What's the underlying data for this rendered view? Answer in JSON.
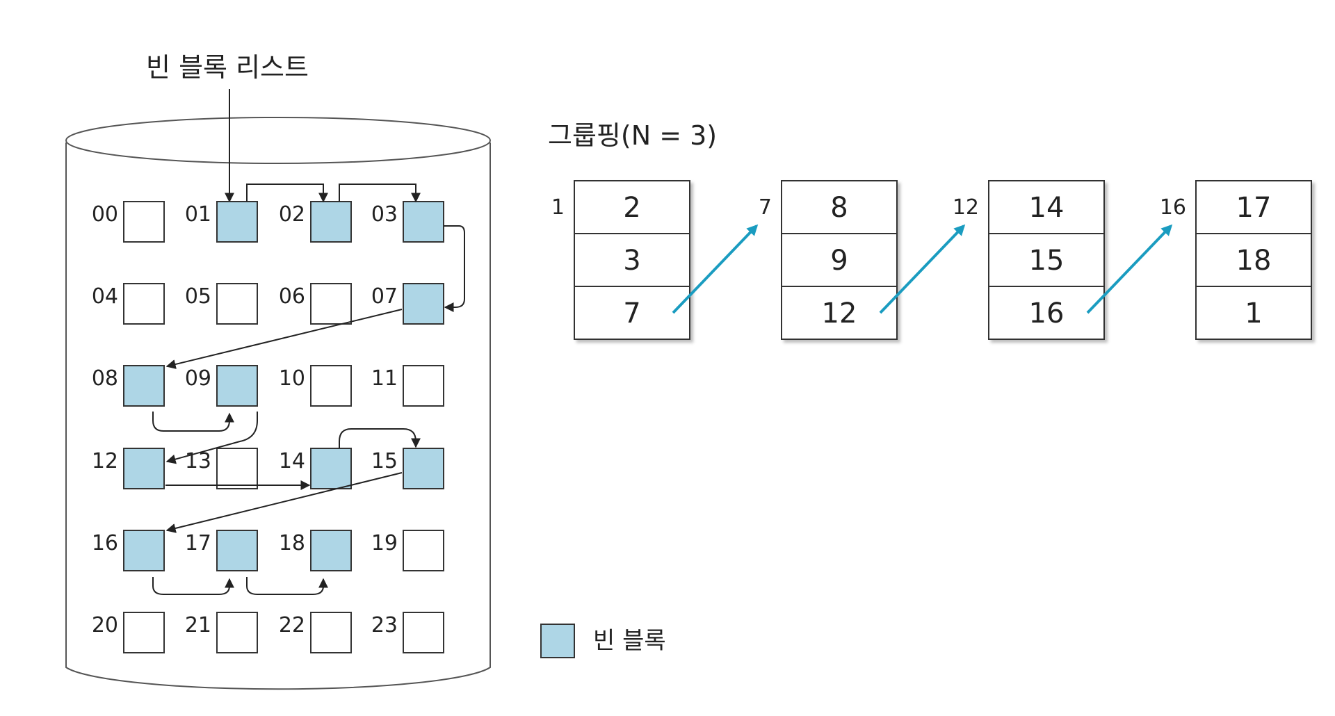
{
  "colors": {
    "free_block": "#aed6e6",
    "group_arrow": "#1a9cc0",
    "outline": "#333333"
  },
  "free_list_label": "빈 블록 리스트",
  "legend_label": "빈 블록",
  "grouping_title": "그룹핑(N = 3)",
  "disk": {
    "blocks": [
      {
        "id": "00",
        "free": false
      },
      {
        "id": "01",
        "free": true
      },
      {
        "id": "02",
        "free": true
      },
      {
        "id": "03",
        "free": true
      },
      {
        "id": "04",
        "free": false
      },
      {
        "id": "05",
        "free": false
      },
      {
        "id": "06",
        "free": false
      },
      {
        "id": "07",
        "free": true
      },
      {
        "id": "08",
        "free": true
      },
      {
        "id": "09",
        "free": true
      },
      {
        "id": "10",
        "free": false
      },
      {
        "id": "11",
        "free": false
      },
      {
        "id": "12",
        "free": true
      },
      {
        "id": "13",
        "free": false
      },
      {
        "id": "14",
        "free": true
      },
      {
        "id": "15",
        "free": true
      },
      {
        "id": "16",
        "free": true
      },
      {
        "id": "17",
        "free": true
      },
      {
        "id": "18",
        "free": true
      },
      {
        "id": "19",
        "free": false
      },
      {
        "id": "20",
        "free": false
      },
      {
        "id": "21",
        "free": false
      },
      {
        "id": "22",
        "free": false
      },
      {
        "id": "23",
        "free": false
      }
    ]
  },
  "groups": [
    {
      "index": "1",
      "cells": [
        "2",
        "3",
        "7"
      ]
    },
    {
      "index": "7",
      "cells": [
        "8",
        "9",
        "12"
      ]
    },
    {
      "index": "12",
      "cells": [
        "14",
        "15",
        "16"
      ]
    },
    {
      "index": "16",
      "cells": [
        "17",
        "18",
        "1"
      ]
    }
  ]
}
